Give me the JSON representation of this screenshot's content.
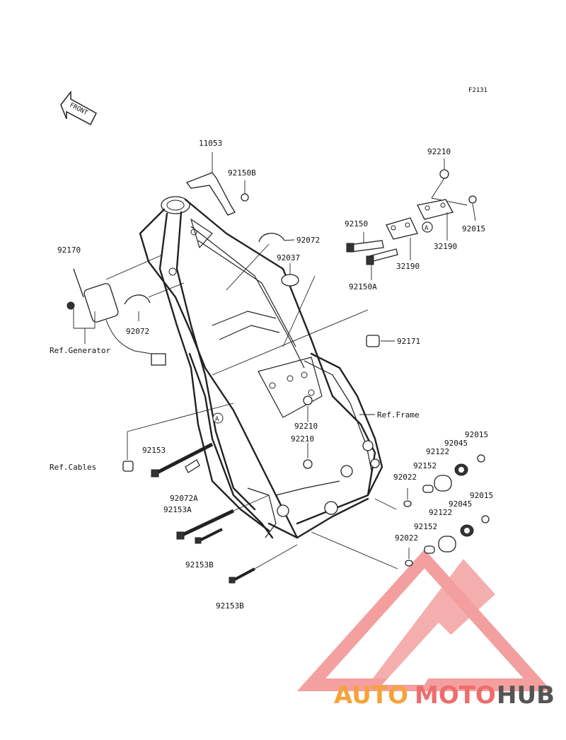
{
  "figure_code": "F2131",
  "front_arrow": "FRONT",
  "callouts": {
    "p11053": "11053",
    "p92150B": "92150B",
    "p92072_top": "92072",
    "p92037": "92037",
    "p92170": "92170",
    "p92072_left": "92072",
    "ref_generator": "Ref.Generator",
    "p92210_top": "92210",
    "p92150": "92150",
    "p32190_a": "32190",
    "p32190_b": "32190",
    "p92015_top": "92015",
    "p92150A": "92150A",
    "p92171": "92171",
    "ref_frame": "Ref.Frame",
    "p92210_mid1": "92210",
    "p92210_mid2": "92210",
    "p92153": "92153",
    "ref_cables": "Ref.Cables",
    "p92072A": "92072A",
    "p92153A": "92153A",
    "p92153B_1": "92153B",
    "p92153B_2": "92153B",
    "p92015_r1": "92015",
    "p92045_r1": "92045",
    "p92122_r1": "92122",
    "p92152_r1": "92152",
    "p92022_r1": "92022",
    "p92015_r2": "92015",
    "p92045_r2": "92045",
    "p92122_r2": "92122",
    "p92152_r2": "92152",
    "p92022_r2": "92022",
    "ref_A1": "A",
    "ref_A2": "A"
  },
  "watermark": {
    "part1": "AUTO",
    "part2": "MOTO",
    "part3": "HUB",
    "color_orange": "#f6a33a",
    "color_red": "#ef6c6c",
    "color_gray": "#555555"
  }
}
